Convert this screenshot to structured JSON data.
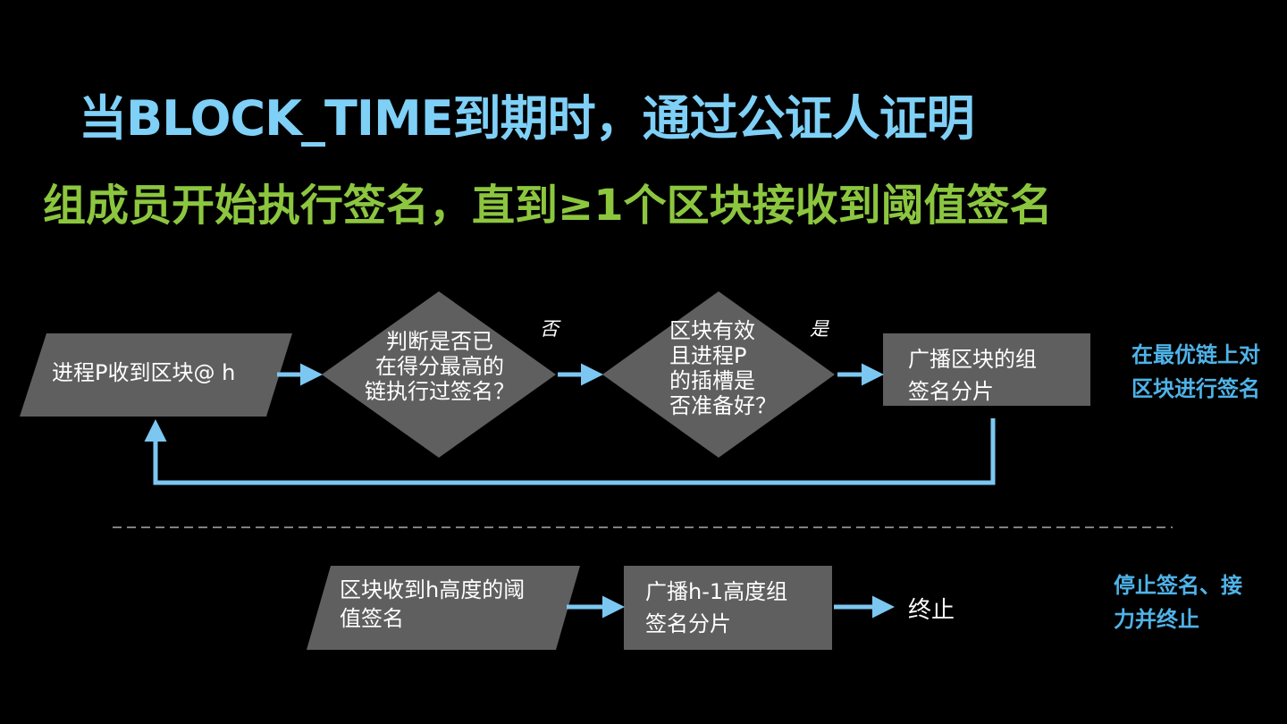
{
  "title": "当BLOCK_TIME到期时，通过公证人证明",
  "subtitle": "组成员开始执行签名，直到≥1个区块接收到阈值签名",
  "colors": {
    "title": "#7fd0f7",
    "subtitle": "#8cc63f",
    "shape_fill": "#5f5f5f",
    "arrow": "#7cc7f2",
    "side_note": "#4fb3e8",
    "background": "#000000"
  },
  "flow_top": {
    "receive_block": "进程P收到区块@ h",
    "decision_signed": "判断是否已\n在得分最高的\n链执行过签名？",
    "label_no": "否",
    "decision_valid": "区块有效\n且进程P\n的插槽是\n否准备好？",
    "label_yes": "是",
    "broadcast_share": "广播区块的组\n签名分片",
    "side_note": "在最优链上对\n区块进行签名"
  },
  "flow_bottom": {
    "receive_threshold": "区块收到h高度的阈\n值签名",
    "broadcast_prev": "广播h-1高度组\n签名分片",
    "terminate": "终止",
    "side_note": "停止签名、接\n力并终止"
  }
}
